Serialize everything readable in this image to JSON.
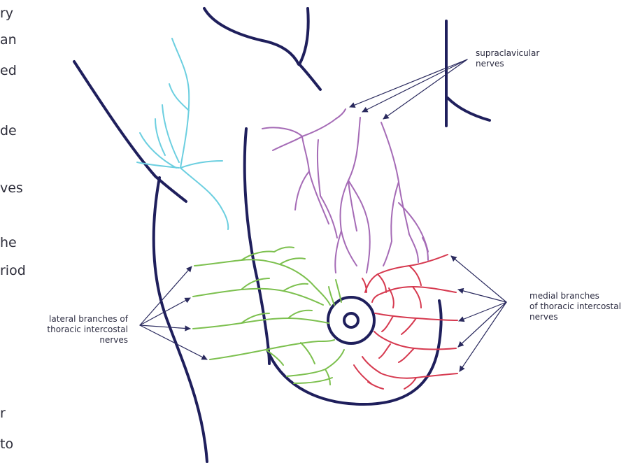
{
  "text_fragments": [
    "ry",
    "an",
    "ed",
    "de",
    "ves",
    "he",
    "riod",
    "r",
    "to"
  ],
  "labels": {
    "supraclavicular": [
      "supraclavicular",
      "nerves"
    ],
    "medial": [
      "medial branches",
      "of thoracic intercostal",
      "nerves"
    ],
    "lateral": [
      "lateral branches of",
      "thoracic intercostal",
      "nerves"
    ]
  },
  "colors": {
    "outline": "#1f1f5c",
    "arrow": "#2a2a5e",
    "cyan_nerves": "#6ccfe0",
    "purple_nerves": "#a56bb6",
    "green_nerves": "#7cc04e",
    "red_nerves": "#d6394f"
  }
}
